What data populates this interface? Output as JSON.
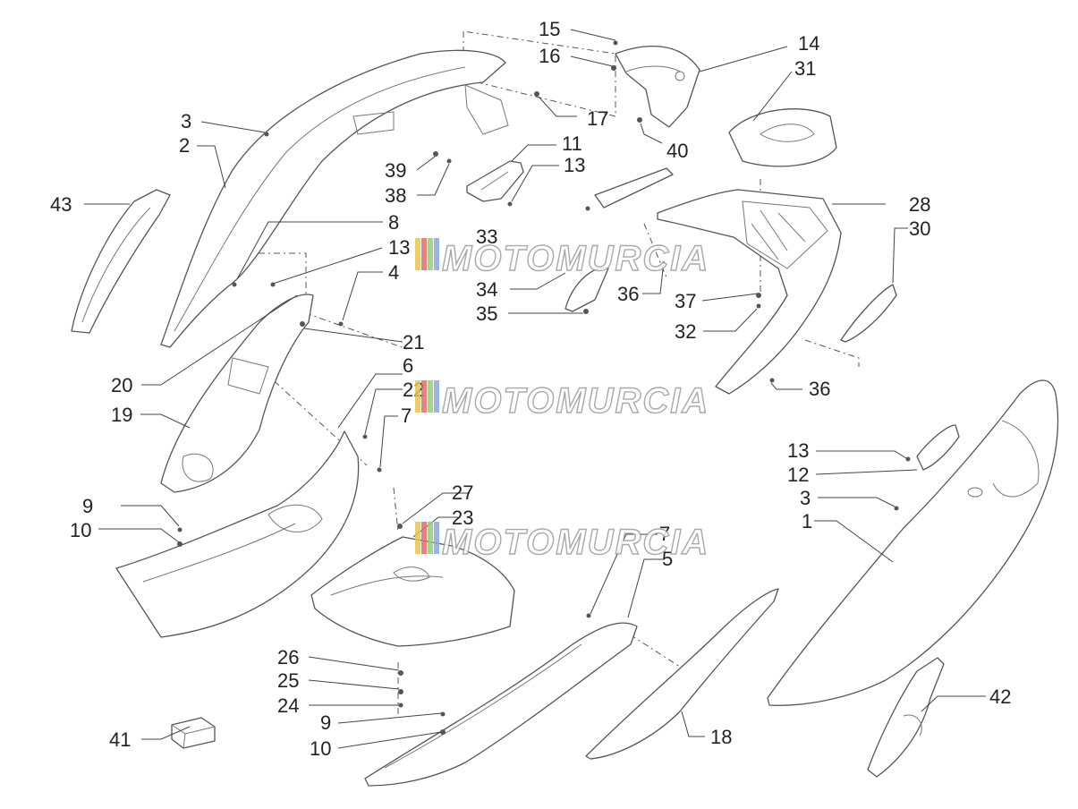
{
  "callouts": [
    {
      "id": "c15a",
      "label": "15"
    },
    {
      "id": "c16a",
      "label": "16"
    },
    {
      "id": "c14",
      "label": "14"
    },
    {
      "id": "c31",
      "label": "31"
    },
    {
      "id": "c3a",
      "label": "3"
    },
    {
      "id": "c2",
      "label": "2"
    },
    {
      "id": "c17a",
      "label": "17"
    },
    {
      "id": "c11",
      "label": "11"
    },
    {
      "id": "c40",
      "label": "40"
    },
    {
      "id": "c39",
      "label": "39"
    },
    {
      "id": "c13a",
      "label": "13"
    },
    {
      "id": "c38",
      "label": "38"
    },
    {
      "id": "c43",
      "label": "43"
    },
    {
      "id": "c8",
      "label": "8"
    },
    {
      "id": "c28",
      "label": "28"
    },
    {
      "id": "c30",
      "label": "30"
    },
    {
      "id": "c13b",
      "label": "13"
    },
    {
      "id": "c4",
      "label": "4"
    },
    {
      "id": "c34",
      "label": "34"
    },
    {
      "id": "c36a",
      "label": "36"
    },
    {
      "id": "c37",
      "label": "37"
    },
    {
      "id": "c35",
      "label": "35"
    },
    {
      "id": "c32",
      "label": "32"
    },
    {
      "id": "c21",
      "label": "21"
    },
    {
      "id": "c20",
      "label": "20"
    },
    {
      "id": "c6",
      "label": "6"
    },
    {
      "id": "c36b",
      "label": "36"
    },
    {
      "id": "c19",
      "label": "19"
    },
    {
      "id": "c22",
      "label": "22"
    },
    {
      "id": "c7a",
      "label": "7"
    },
    {
      "id": "c13c",
      "label": "13"
    },
    {
      "id": "c12",
      "label": "12"
    },
    {
      "id": "c27",
      "label": "27"
    },
    {
      "id": "c3b",
      "label": "3"
    },
    {
      "id": "c9a",
      "label": "9"
    },
    {
      "id": "c23",
      "label": "23"
    },
    {
      "id": "c1",
      "label": "1"
    },
    {
      "id": "c10a",
      "label": "10"
    },
    {
      "id": "c7b",
      "label": "7"
    },
    {
      "id": "c5",
      "label": "5"
    },
    {
      "id": "c26",
      "label": "26"
    },
    {
      "id": "c25",
      "label": "25"
    },
    {
      "id": "c24",
      "label": "24"
    },
    {
      "id": "c42",
      "label": "42"
    },
    {
      "id": "c9b",
      "label": "9"
    },
    {
      "id": "c41",
      "label": "41"
    },
    {
      "id": "c18",
      "label": "18"
    },
    {
      "id": "c10b",
      "label": "10"
    },
    {
      "id": "c33",
      "label": "33"
    }
  ],
  "watermark": {
    "text": "MOTOMURCIA",
    "colors": [
      "#e8c64a",
      "#e86a6a",
      "#8fcf7a",
      "#8aa8d8"
    ]
  }
}
